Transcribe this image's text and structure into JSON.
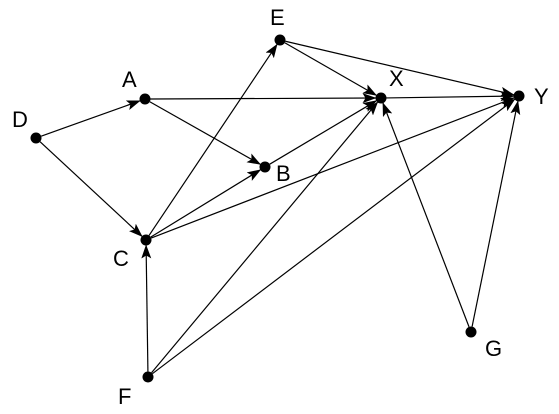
{
  "diagram": {
    "type": "directed-graph",
    "colors": {
      "edge": "#000000",
      "node": "#000000",
      "label": "#000000",
      "background": "#ffffff"
    },
    "nodes": [
      {
        "id": "D",
        "label": "D"
      },
      {
        "id": "A",
        "label": "A"
      },
      {
        "id": "B",
        "label": "B"
      },
      {
        "id": "C",
        "label": "C"
      },
      {
        "id": "E",
        "label": "E"
      },
      {
        "id": "X",
        "label": "X"
      },
      {
        "id": "Y",
        "label": "Y"
      },
      {
        "id": "F",
        "label": "F"
      },
      {
        "id": "G",
        "label": "G"
      }
    ],
    "edges": [
      {
        "from": "D",
        "to": "A"
      },
      {
        "from": "D",
        "to": "C"
      },
      {
        "from": "A",
        "to": "X"
      },
      {
        "from": "A",
        "to": "B"
      },
      {
        "from": "B",
        "to": "X"
      },
      {
        "from": "C",
        "to": "B"
      },
      {
        "from": "C",
        "to": "E"
      },
      {
        "from": "C",
        "to": "Y"
      },
      {
        "from": "E",
        "to": "X"
      },
      {
        "from": "E",
        "to": "Y"
      },
      {
        "from": "X",
        "to": "Y"
      },
      {
        "from": "F",
        "to": "C"
      },
      {
        "from": "F",
        "to": "X"
      },
      {
        "from": "F",
        "to": "Y"
      },
      {
        "from": "G",
        "to": "X"
      },
      {
        "from": "G",
        "to": "Y"
      }
    ]
  }
}
